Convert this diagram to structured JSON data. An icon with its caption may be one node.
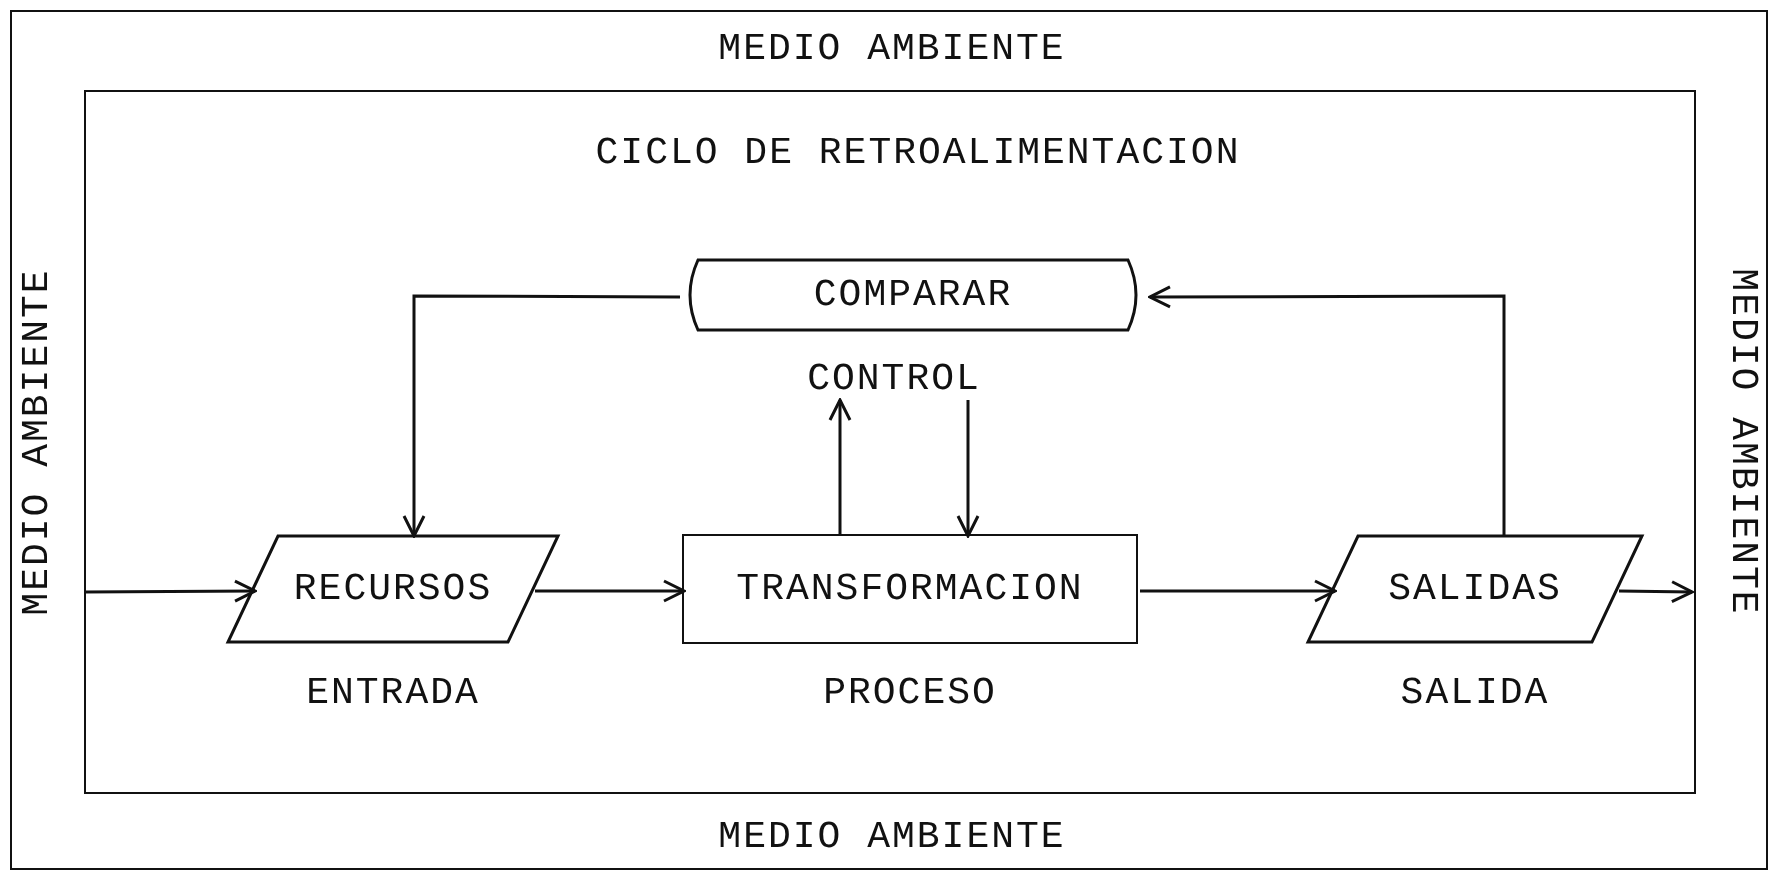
{
  "diagram": {
    "nodes": [
      {
        "text": [
          "MEDIO AMBIENTE",
          "MEDIO AMBIENTE",
          "MEDIO AMBIENTE",
          "MEDIO AMBIENTE"
        ]
      },
      {
        "text": [
          "CICLO DE RETROALIMENTACION"
        ],
        "in": 0
      },
      {
        "text": [
          "COMPARAR"
        ],
        "in": 1
      },
      {
        "text": [
          "CONTROL"
        ],
        "in": 1
      },
      {
        "text": [
          "RECURSOS"
        ],
        "in": 1,
        "beside": [
          "ENTRADA"
        ]
      },
      {
        "text": [
          "TRANSFORMACION"
        ],
        "in": 1,
        "beside": [
          "PROCESO"
        ]
      },
      {
        "text": [
          "SALIDAS"
        ],
        "in": 1,
        "beside": [
          "SALIDA"
        ]
      }
    ],
    "edges": [
      {
        "from": null,
        "to": 4,
        "arrow": "to"
      },
      {
        "from": 4,
        "to": 5,
        "arrow": "to"
      },
      {
        "from": 5,
        "to": 6,
        "arrow": "to"
      },
      {
        "from": 6,
        "to": null,
        "arrow": "to"
      },
      {
        "from": 6,
        "to": 2,
        "arrow": "to"
      },
      {
        "from": 2,
        "to": 4,
        "arrow": "to"
      },
      {
        "from": 5,
        "to": 3,
        "arrow": "to"
      },
      {
        "from": 3,
        "to": 5,
        "arrow": "to"
      }
    ]
  }
}
